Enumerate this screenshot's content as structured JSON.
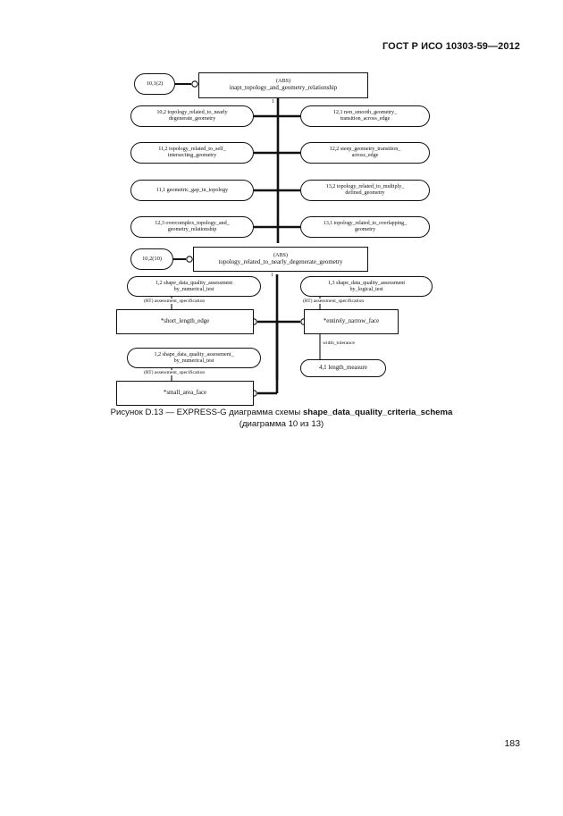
{
  "page": {
    "header": "ГОСТ Р ИСО 10303-59—2012",
    "number": "183"
  },
  "caption": {
    "prefix": "Рисунок D.13 — EXPRESS-G диаграмма схемы ",
    "schema_name": "shape_data_quality_criteria_schema",
    "subtitle": "(диаграмма 10 из 13)"
  },
  "diagram": {
    "type": "EXPRESS-G",
    "top": {
      "page_ref": "10,1(2)",
      "root": {
        "abs": "(ABS)",
        "name": "inapt_topology_and_geometry_relationship",
        "cardinality": "1"
      },
      "subtypes_left": [
        "10,2 topology_related_to_nearly_degenerate_geometry",
        "11,2 topology_related_to_self_intersecting_geometry",
        "11,1 geometric_gap_in_topology",
        "12,3 overcomplex_topology_and_geometry_relationship"
      ],
      "subtypes_left_lines": [
        [
          "10,2 topology_related_to_nearly",
          "degenerate_geometry"
        ],
        [
          "11,2 topology_related_to_self_",
          "intersecting_geometry"
        ],
        [
          "11,1 geometric_gap_in_topology",
          ""
        ],
        [
          "12,3 overcomplex_topology_and_",
          "geometry_relationship"
        ]
      ],
      "subtypes_right_lines": [
        [
          "12,1 non_smooth_geometry_",
          "transition_across_edge"
        ],
        [
          "12,2 steep_geometry_transition_",
          "across_edge"
        ],
        [
          "13,2 topology_related_to_multiply_",
          "defined_geometry"
        ],
        [
          "13,1 topology_related_to_overlapping_",
          "geometry"
        ]
      ]
    },
    "bottom": {
      "page_ref": "10,2(10)",
      "root": {
        "abs": "(ABS)",
        "name": "topology_related_to_nearly_degenerate_geometry",
        "cardinality": "1"
      },
      "left_ref_lines": [
        "1,2 shape_data_quality_assessment",
        "by_numerical_test"
      ],
      "left_attr": "(RT) assessment_specification",
      "left_entity": "*short_length_edge",
      "left_ref2_lines": [
        "1,2 shape_data_quality_assessment_",
        "by_numerical_test"
      ],
      "left_attr2": "(RT) assessment_specification",
      "left_entity2": "*small_area_face",
      "right_ref_lines": [
        "1,3 shape_data_quality_assessment",
        "by_logical_test"
      ],
      "right_attr": "(RT) assessment_specification",
      "right_entity": "*entirely_narrow_face",
      "right_attr2": "width_tolerance",
      "right_leaf": "4,1 length_measure"
    }
  }
}
